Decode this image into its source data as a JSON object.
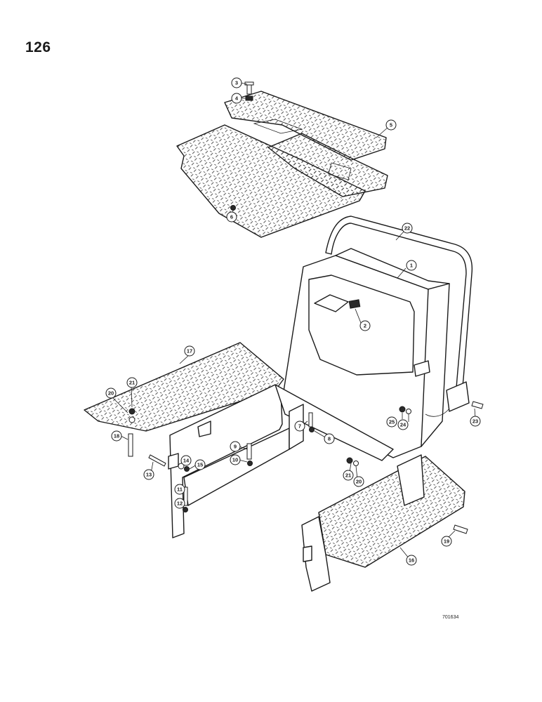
{
  "page_number": "126",
  "drawing_code": "701634",
  "callouts": [
    "1",
    "2",
    "3",
    "4",
    "5",
    "6",
    "7",
    "8",
    "9",
    "10",
    "11",
    "12",
    "13",
    "14",
    "15",
    "16",
    "17",
    "18",
    "19",
    "20",
    "21",
    "22",
    "23",
    "24",
    "25",
    "20",
    "21"
  ]
}
